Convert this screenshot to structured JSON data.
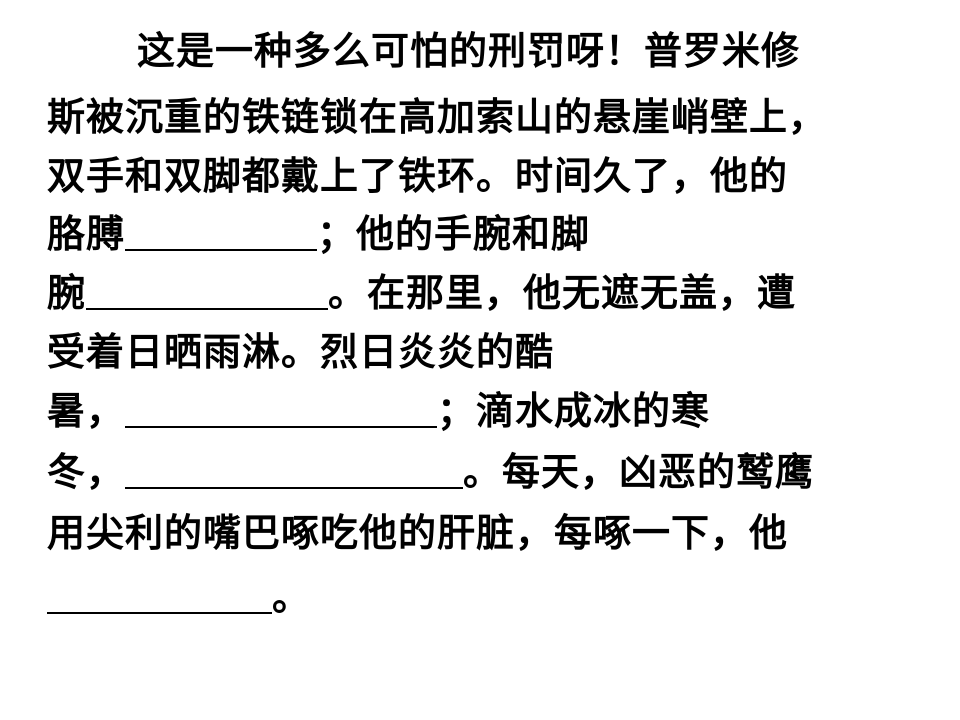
{
  "passage": {
    "line1": "这是一种多么可怕的刑罚呀！普罗米修",
    "line2": "斯被沉重的铁链锁在高加索山的悬崖峭壁上，",
    "line3": "双手和双脚都戴上了铁环。时间久了，他的",
    "line4_before": "胳膊",
    "line4_after": "；他的手腕和脚",
    "line5_before": "腕",
    "line5_after": "。在那里，他无遮无盖，遭",
    "line6": "受着日晒雨淋。烈日炎炎的酷",
    "line7_before": "暑，",
    "line7_after": "；滴水成冰的寒",
    "line8_before": "冬，",
    "line8_after": "。每天，凶恶的鹫鹰",
    "line9": "用尖利的嘴巴啄吃他的肝脏，每啄一下，他",
    "line10_after": "。"
  }
}
